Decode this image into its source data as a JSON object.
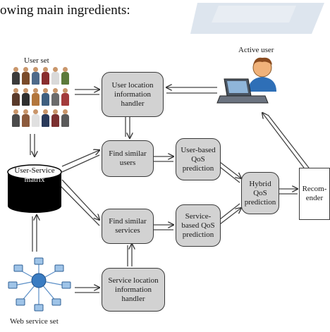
{
  "intro_text": "owing main ingredients:",
  "labels": {
    "user_set": "User set",
    "active_user": "Active user",
    "web_service_set": "Web service set"
  },
  "database": {
    "line1": "User-Service",
    "line2": "matrix"
  },
  "boxes": {
    "user_location": [
      "User location",
      "information",
      "handler"
    ],
    "find_similar_users": [
      "Find similar",
      "users"
    ],
    "user_based_qos": [
      "User-based",
      "QoS",
      "prediction"
    ],
    "find_similar_services": [
      "Find similar",
      "services"
    ],
    "service_based_qos": [
      "Service-",
      "based QoS",
      "prediction"
    ],
    "service_location": [
      "Service location",
      "information",
      "handler"
    ],
    "hybrid_qos": [
      "Hybrid",
      "QoS",
      "prediction"
    ],
    "recommender": [
      "Recom-",
      "ender"
    ]
  },
  "colors": {
    "box_fill": "#d2d2d2",
    "watermark": "#d9e2ec",
    "database": "#000000"
  }
}
